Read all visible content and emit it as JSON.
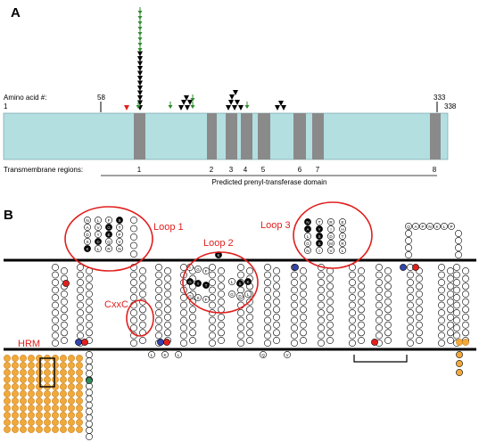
{
  "panel_a": {
    "label": "A",
    "amino_acid_label": "Amino acid #:",
    "positions": [
      "1",
      "58",
      "333",
      "338"
    ],
    "tm_label": "Transmembrane regions:",
    "tm_numbers": [
      "1",
      "2",
      "3",
      "4",
      "5",
      "6",
      "7",
      "8"
    ],
    "domain_label": "Predicted prenyl-transferase domain",
    "colors": {
      "protein": "#b3dfe1",
      "tm": "#8a8a8a",
      "black_marker": "#000000",
      "green_marker": "#2e8b2e",
      "red_marker": "#e0201e"
    }
  },
  "panel_b": {
    "label": "B",
    "loops": [
      "Loop 1",
      "Loop 2",
      "Loop 3"
    ],
    "cxxc": "CxxC",
    "hrm": "HRM",
    "residue_colors": {
      "open": "#ffffff",
      "highlighted": "#000000",
      "hrm": "#f2a93b",
      "blue": "#3344aa",
      "red": "#e0201e",
      "green": "#2e8b57"
    },
    "labeled_residues": {
      "loop1": [
        "N",
        "L",
        "F",
        "S",
        "A",
        "V",
        "G",
        "T",
        "D",
        "Y",
        "E",
        "P",
        "S",
        "D",
        "Q",
        "V",
        "K",
        "L",
        "R",
        "N"
      ],
      "loop2": [
        "I",
        "G",
        "F",
        "G",
        "Y",
        "T",
        "G",
        "S",
        "F",
        "L",
        "S",
        "K",
        "G",
        "D",
        "L"
      ],
      "loop3": [
        "N",
        "T",
        "R",
        "E",
        "A",
        "Y",
        "I",
        "H",
        "L",
        "S",
        "D",
        "T",
        "G",
        "S",
        "M",
        "R",
        "N",
        "I",
        "V",
        "L"
      ],
      "c_terminal": [
        "Q",
        "A",
        "P",
        "N",
        "K",
        "L",
        "P",
        "D",
        "G",
        "S",
        "F",
        "R",
        "A",
        "K"
      ],
      "cytosolic_loose": [
        "L",
        "K",
        "L",
        "Q",
        "V"
      ]
    }
  }
}
